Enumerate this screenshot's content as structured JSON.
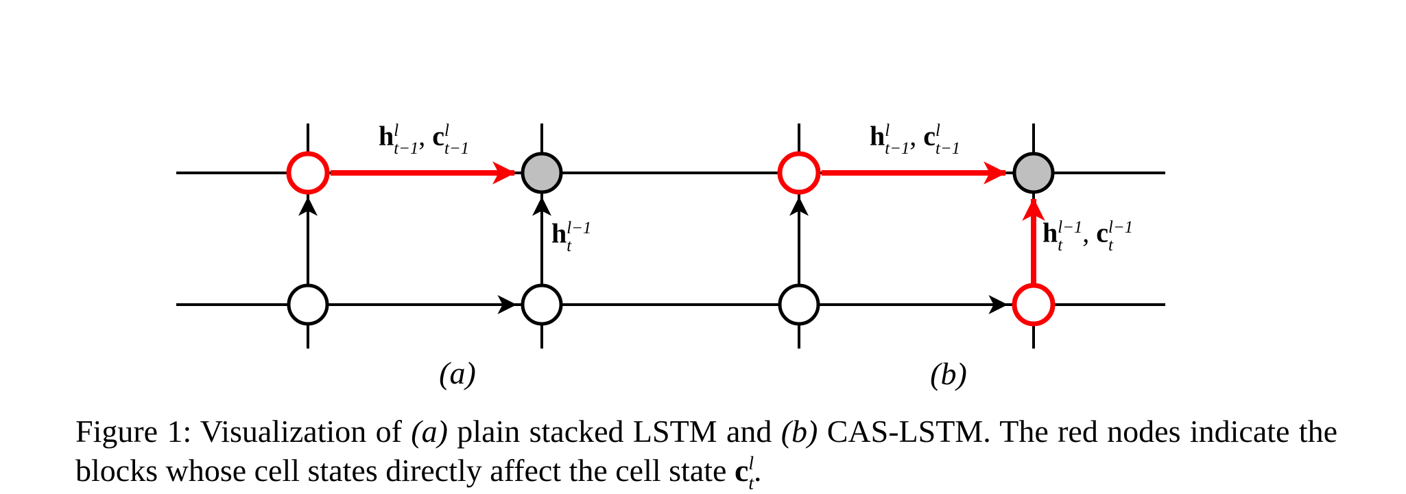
{
  "figure": {
    "colors": {
      "red": "#fa0000",
      "gray": "#bfbfbf",
      "black": "#000000"
    },
    "diagram_a": {
      "caption_label": "(a)",
      "horizontal_edge_label": {
        "h_base": "h",
        "h_sup": "l",
        "h_sub": "t−1",
        "separator": ", ",
        "c_base": "c",
        "c_sup": "l",
        "c_sub": "t−1"
      },
      "vertical_edge_label": {
        "base": "h",
        "sup": "l−1",
        "sub": "t"
      }
    },
    "diagram_b": {
      "caption_label": "(b)",
      "horizontal_edge_label": {
        "h_base": "h",
        "h_sup": "l",
        "h_sub": "t−1",
        "separator": ", ",
        "c_base": "c",
        "c_sup": "l",
        "c_sub": "t−1"
      },
      "vertical_edge_label": {
        "h_base": "h",
        "h_sup": "l−1",
        "h_sub": "t",
        "separator": ", ",
        "c_base": "c",
        "c_sup": "l−1",
        "c_sub": "t"
      }
    }
  },
  "caption": {
    "line1": {
      "part1": "Figure 1: Visualization of ",
      "part2_italic": "(a)",
      "part3": " plain stacked LSTM and ",
      "part4_italic": "(b)",
      "part5": " CAS-LSTM. The red nodes indicate the"
    },
    "line2": {
      "part1": "blocks whose cell states directly affect the cell state ",
      "math_base": "c",
      "math_sup": "l",
      "math_sub": "t",
      "period": "."
    }
  }
}
